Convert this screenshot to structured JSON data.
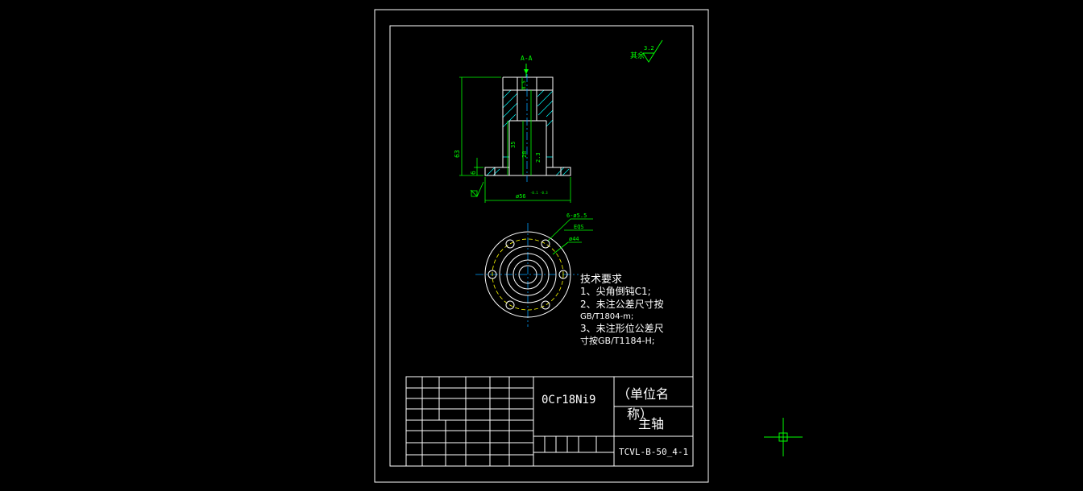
{
  "drawing": {
    "section_label": "A-A",
    "roughness": {
      "prefix": "其余",
      "value": "3.2"
    },
    "dims": {
      "overall_height": "63",
      "flange_thickness": "6",
      "bore_depth": "35",
      "inner_depth": "28",
      "small_height": "2.3",
      "top_gap": "8.5",
      "base_dia": "ø56",
      "base_tol": "-0.1 -0.3",
      "holes": "6-ø5.5",
      "eqs": "EQS",
      "bcd": "ø44"
    },
    "notes": {
      "title": "技术要求",
      "lines": [
        "1、尖角倒钝C1;",
        "2、未注公差尺寸按",
        "GB/T1804-m;",
        "3、未注形位公差尺",
        "寸按GB/T1184-H;"
      ]
    },
    "title_block": {
      "material": "0Cr18Ni9",
      "unit_name_1": "（单位名",
      "unit_name_2": "称）",
      "part_name": "主轴",
      "drawing_no": "TCVL-B-50_4-1"
    }
  },
  "colors": {
    "border": "#ffffff",
    "outline": "#ffffff",
    "dimension": "#00ff00",
    "centerline": "#00a0ff",
    "hatch": "#00ffff",
    "hidden": "#ffff00",
    "cursor": "#00ff00"
  }
}
